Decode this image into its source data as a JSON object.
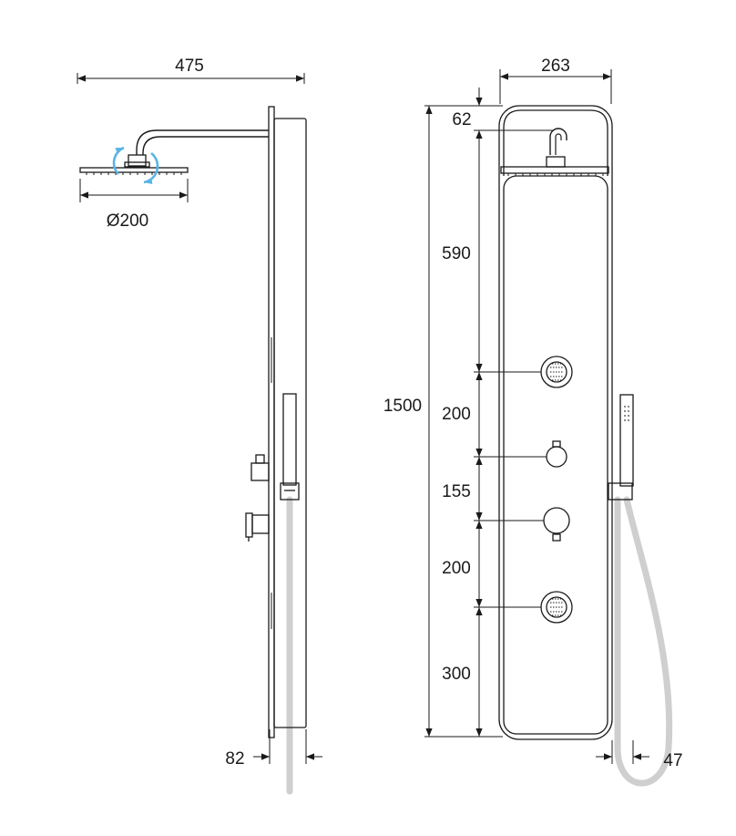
{
  "dimensions": {
    "side_width": "475",
    "head_diameter": "Ø200",
    "depth": "82",
    "front_width": "263",
    "total_height": "1500",
    "top_gap": "62",
    "head_to_jet": "590",
    "jet_to_knob": "200",
    "knob_to_knob": "155",
    "knob_to_jet": "200",
    "jet_to_bottom": "300",
    "hose_offset": "47"
  },
  "colors": {
    "line": "#1a1a1a",
    "hose": "#cfcfcf",
    "rotation": "#5ab4e6"
  },
  "icons": {
    "rotation": "rotate-arrows-icon"
  }
}
